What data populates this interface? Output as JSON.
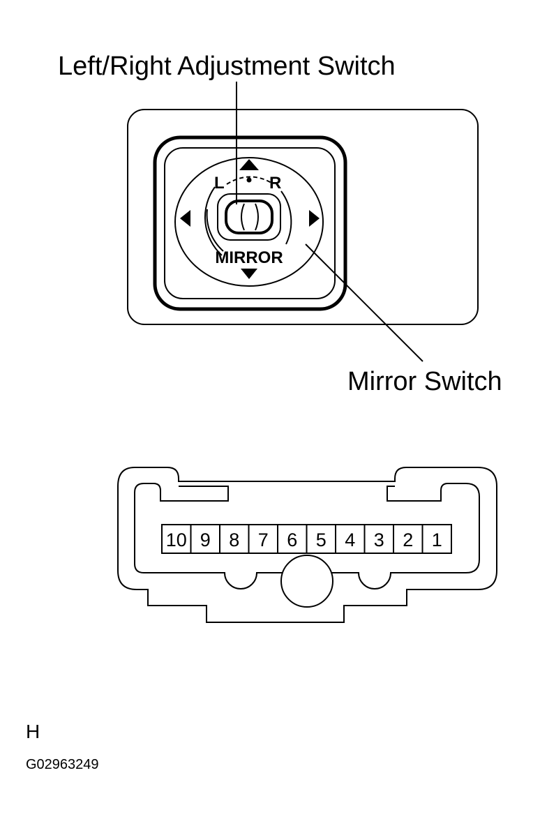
{
  "callouts": {
    "left_right_switch": "Left/Right Adjustment Switch",
    "mirror_switch": "Mirror Switch"
  },
  "switch_face": {
    "left_label": "L",
    "right_label": "R",
    "mirror_label": "MIRROR"
  },
  "connector": {
    "pins": [
      "10",
      "9",
      "8",
      "7",
      "6",
      "5",
      "4",
      "3",
      "2",
      "1"
    ]
  },
  "footer": {
    "letter": "H",
    "code": "G02963249"
  },
  "colors": {
    "line": "#000000",
    "background": "#ffffff"
  }
}
